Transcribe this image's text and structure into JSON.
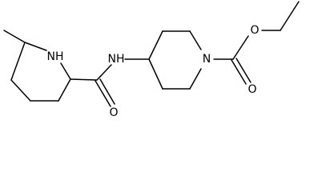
{
  "molecule": {
    "atoms": {
      "nh_ring": "NH",
      "nh_amide": "NH",
      "o_amide": "O",
      "n_pip": "N",
      "o_carbonyl": "O",
      "o_ester": "O"
    },
    "colors": {
      "bond": "#000000",
      "label": "#000000"
    }
  }
}
